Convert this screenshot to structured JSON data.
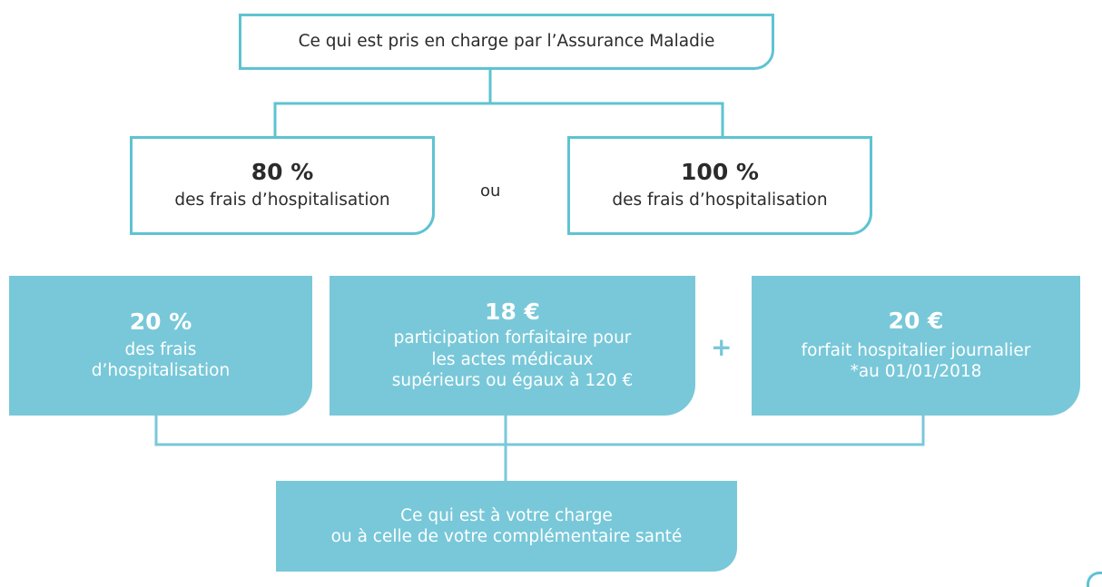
{
  "colors": {
    "accent": "#5ec3d2",
    "fill": "#78c8d9",
    "text": "#2b2b2b"
  },
  "top": {
    "label": "Ce qui est pris en charge par l’Assurance Maladie"
  },
  "left_option": {
    "value": "80 %",
    "label": "des frais d’hospitalisation"
  },
  "separator": "ou",
  "right_option": {
    "value": "100 %",
    "label": "des frais d’hospitalisation"
  },
  "cost_1": {
    "value": "20 %",
    "line1": "des frais",
    "line2": "d’hospitalisation"
  },
  "cost_2": {
    "value": "18 €",
    "line1": "participation forfaitaire pour",
    "line2": "les actes médicaux",
    "line3": "supérieurs ou égaux à 120 €"
  },
  "plus": "+",
  "cost_3": {
    "value": "20 €",
    "line1": "forfait hospitalier journalier",
    "line2": "*au 01/01/2018"
  },
  "bottom": {
    "line1": "Ce qui est à votre charge",
    "line2": "ou à celle de votre complémentaire santé"
  }
}
